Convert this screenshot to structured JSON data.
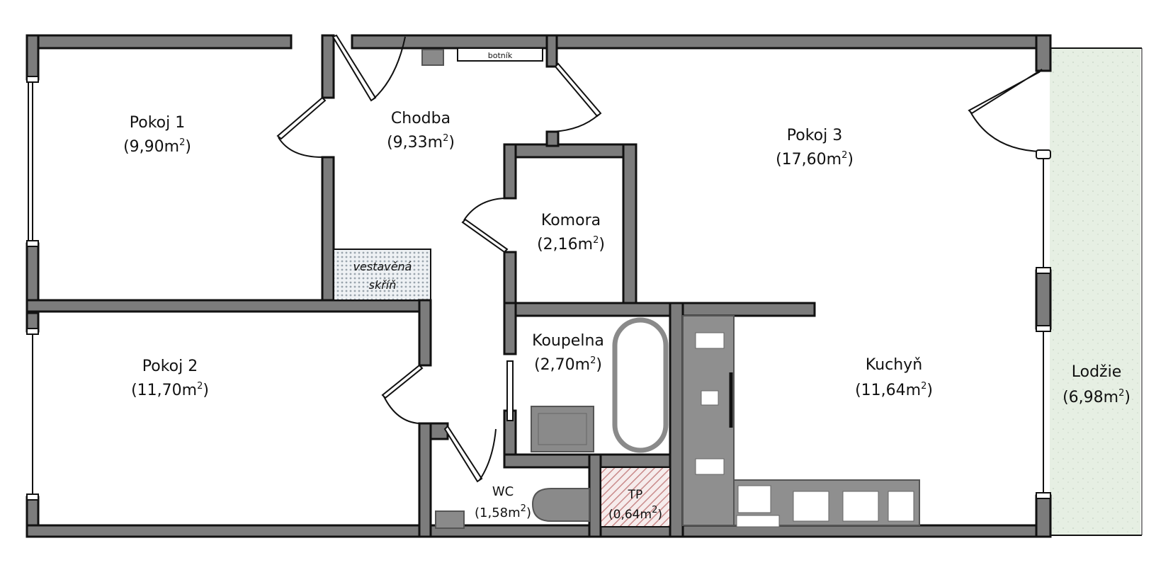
{
  "plan": {
    "colors": {
      "wall": "#7c7c7c",
      "outline": "#111111",
      "loggia_fill": "#e4efe2",
      "storage_fill": "#dfe6ec",
      "tp_hatch": "#c98a8a",
      "background": "#ffffff"
    },
    "rooms": [
      {
        "id": "pokoj1",
        "name": "Pokoj 1",
        "area": "(9,90m",
        "sup": "2",
        "close": ")"
      },
      {
        "id": "chodba",
        "name": "Chodba",
        "area": "(9,33m",
        "sup": "2",
        "close": ")"
      },
      {
        "id": "pokoj3",
        "name": "Pokoj 3",
        "area": "(17,60m",
        "sup": "2",
        "close": ")"
      },
      {
        "id": "komora",
        "name": "Komora",
        "area": "(2,16m",
        "sup": "2",
        "close": ")"
      },
      {
        "id": "pokoj2",
        "name": "Pokoj 2",
        "area": "(11,70m",
        "sup": "2",
        "close": ")"
      },
      {
        "id": "koupelna",
        "name": "Koupelna",
        "area": "(2,70m",
        "sup": "2",
        "close": ")"
      },
      {
        "id": "kuchyn",
        "name": "Kuchyň",
        "area": "(11,64m",
        "sup": "2",
        "close": ")"
      },
      {
        "id": "lodzie",
        "name": "Lodžie",
        "area": "(6,98m",
        "sup": "2",
        "close": ")"
      },
      {
        "id": "wc",
        "name": "WC",
        "area": "(1,58m",
        "sup": "2",
        "close": ")"
      },
      {
        "id": "tp",
        "name": "TP",
        "area": "(0,64m",
        "sup": "2",
        "close": ")"
      }
    ],
    "fixtures": {
      "shoe_cabinet": "botník",
      "wardrobe_line1": "vestavěná",
      "wardrobe_line2": "skříň"
    }
  }
}
